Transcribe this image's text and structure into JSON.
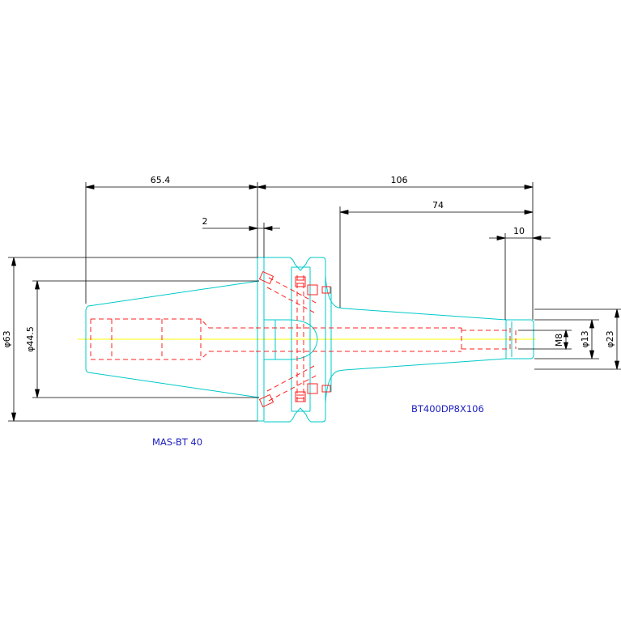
{
  "drawing": {
    "labels": {
      "left_part": "MAS-BT 40",
      "right_part": "BT400DP8X106"
    },
    "dimensions": {
      "len_65_4": "65.4",
      "len_106": "106",
      "len_74": "74",
      "len_2": "2",
      "len_10": "10",
      "dia_63": "φ63",
      "dia_44_5": "φ44.5",
      "thread_m8": "M8",
      "dia_13": "φ13",
      "dia_23": "φ23"
    },
    "colors": {
      "outline": "#00c8c8",
      "hidden": "#ff2020",
      "center": "#ffff00",
      "dimension": "#000000",
      "label": "#2020c0",
      "background": "#ffffff"
    }
  }
}
